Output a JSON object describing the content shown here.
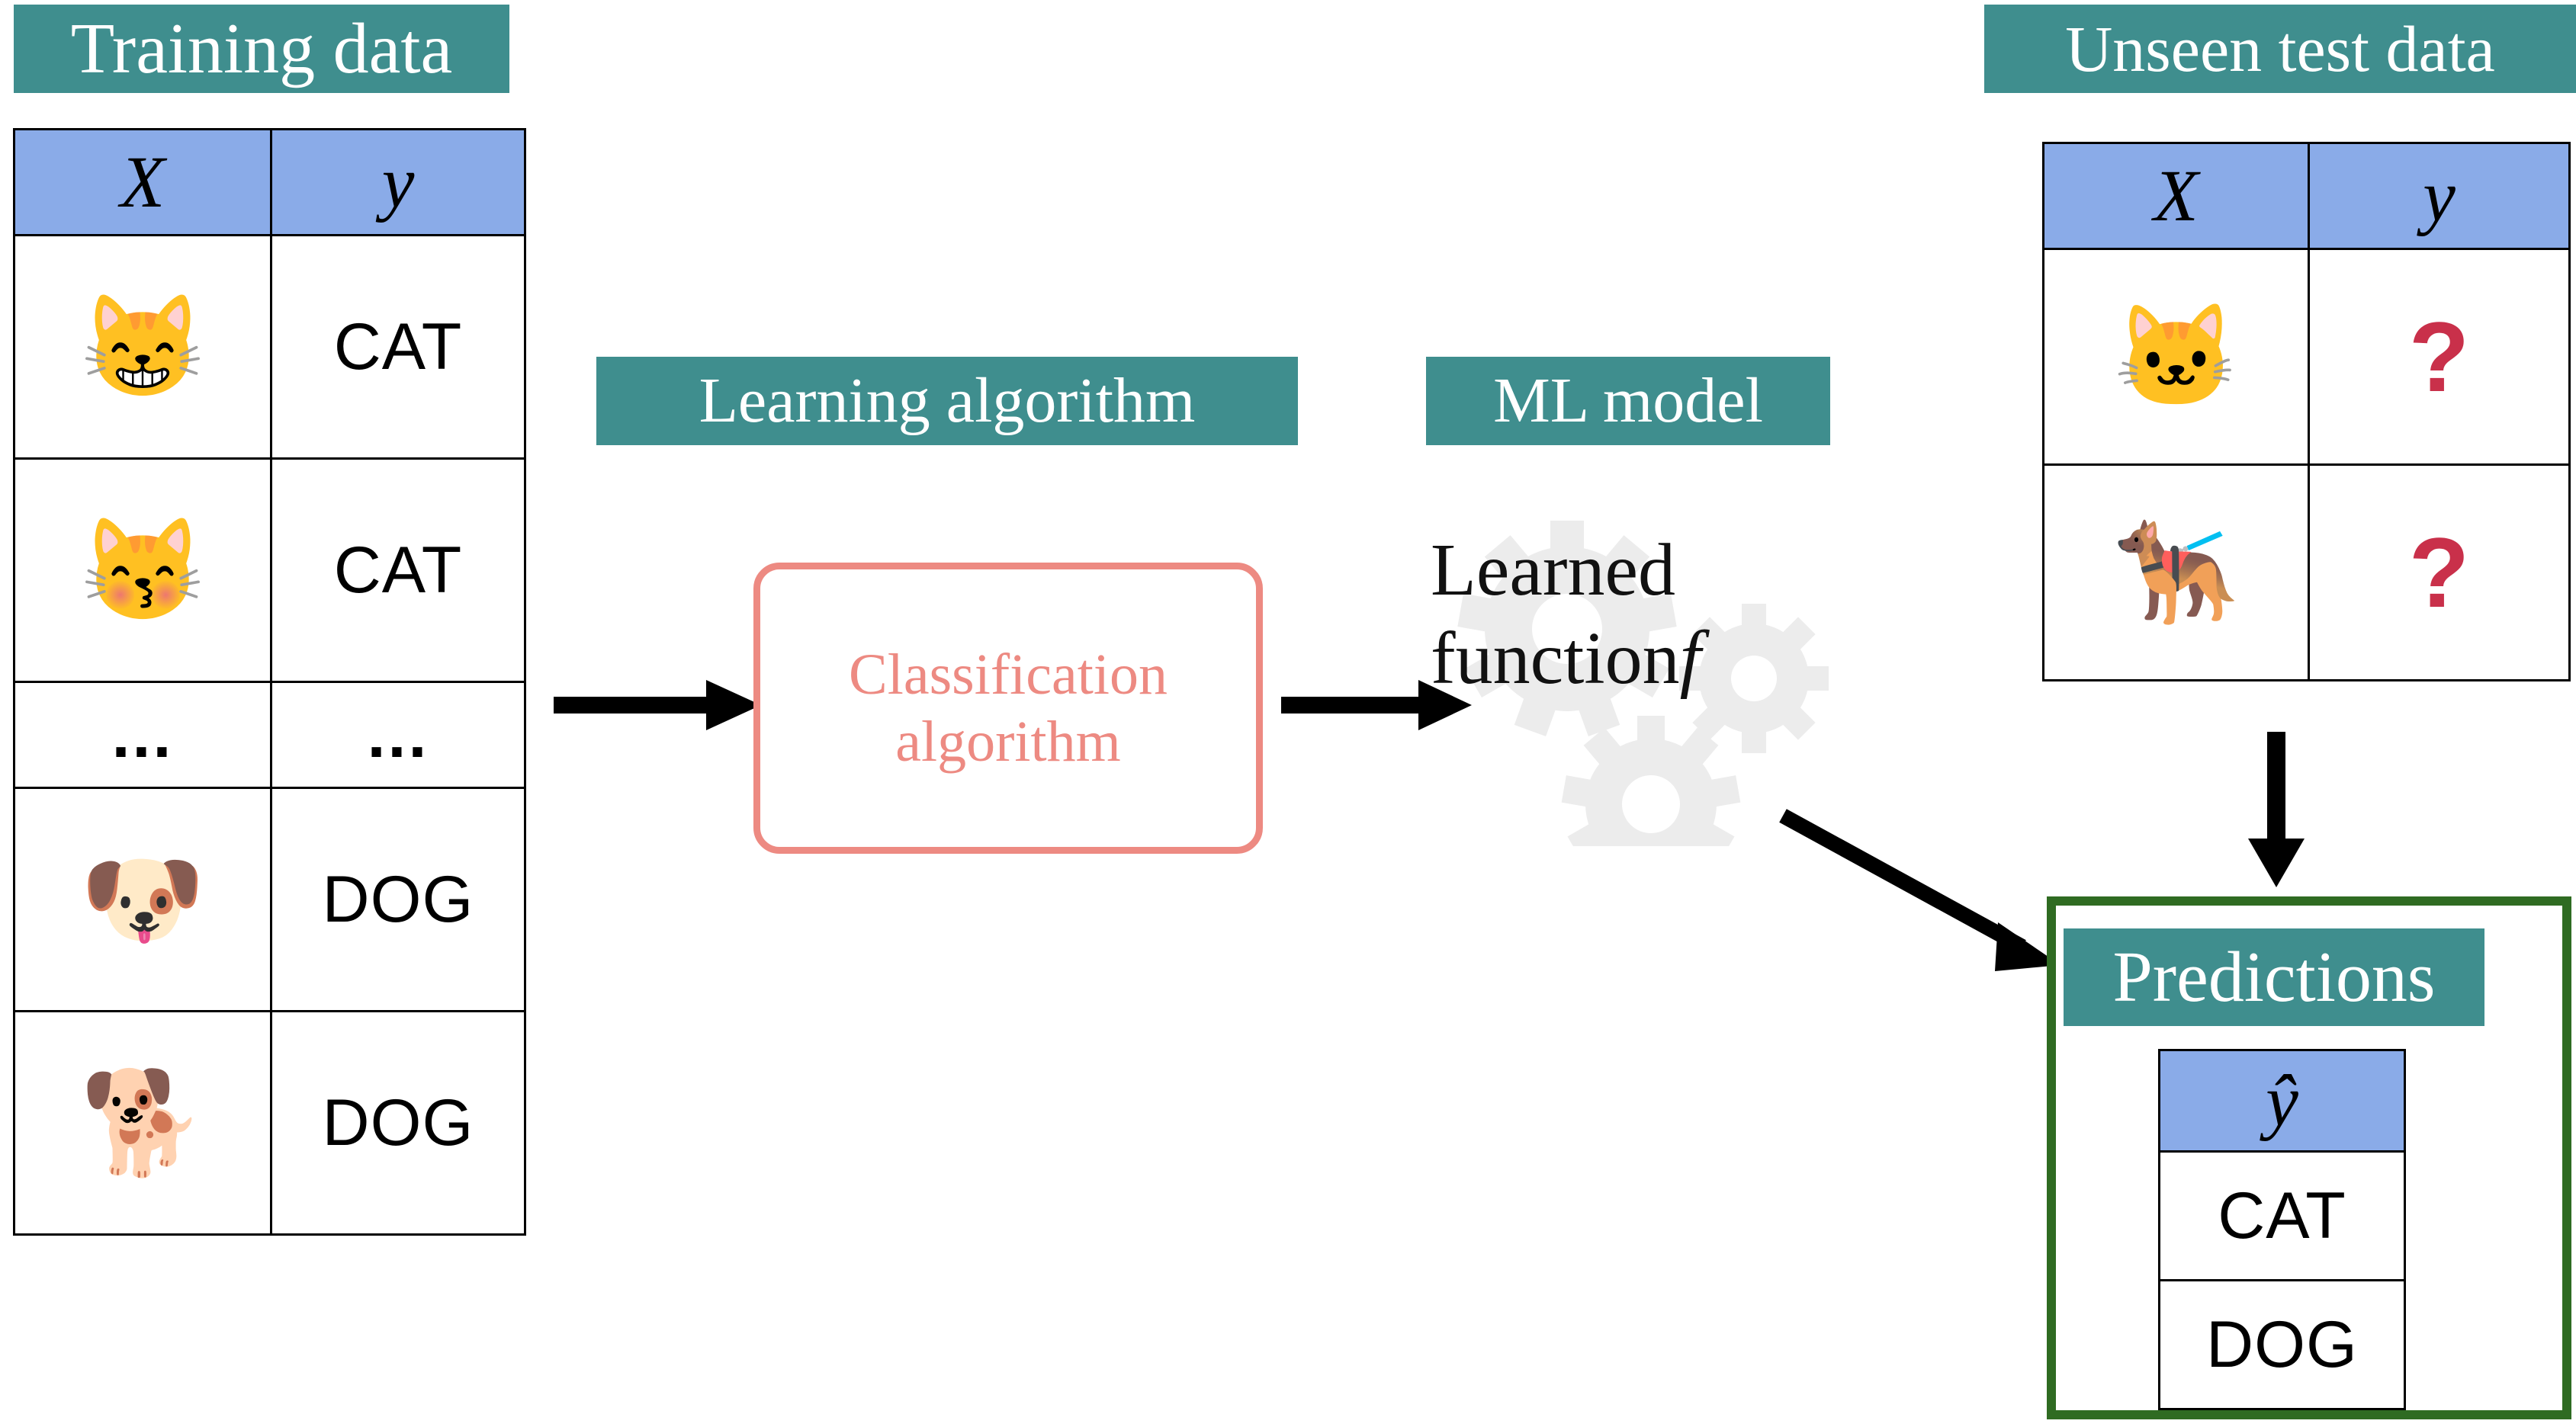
{
  "sections": {
    "training": {
      "title": "Training data",
      "headers": [
        "X",
        "y"
      ],
      "rows": [
        {
          "x_icon": "grinning-cat-emoji",
          "x_glyph": "😸",
          "y": "CAT"
        },
        {
          "x_icon": "kissing-cat-emoji",
          "x_glyph": "😽",
          "y": "CAT"
        },
        {
          "x_icon": "ellipsis",
          "x_glyph": "...",
          "y": "..."
        },
        {
          "x_icon": "dog-face-emoji",
          "x_glyph": "🐶",
          "y": "DOG"
        },
        {
          "x_icon": "dog-emoji",
          "x_glyph": "🐕",
          "y": "DOG"
        }
      ]
    },
    "learning_algorithm": {
      "title": "Learning algorithm",
      "box_text_line1": "Classification",
      "box_text_line2": "algorithm",
      "box_border_color": "#ed8a82",
      "box_text_color": "#ed8a82"
    },
    "ml_model": {
      "title": "ML model",
      "text_line1": "Learned",
      "text_line2": "function",
      "function_symbol": "f",
      "gears_icon": "gears-icon",
      "gears_color": "#ececec"
    },
    "test": {
      "title": "Unseen test data",
      "headers": [
        "X",
        "y"
      ],
      "rows": [
        {
          "x_icon": "cat-face-emoji",
          "x_glyph": "🐱",
          "y": "?"
        },
        {
          "x_icon": "service-dog-emoji",
          "x_glyph": "🐕‍🦺",
          "y": "?"
        }
      ],
      "unknown_marker": "?",
      "unknown_color": "#c9304a"
    },
    "predictions": {
      "title": "Predictions",
      "header": "ŷ",
      "rows": [
        "CAT",
        "DOG"
      ],
      "panel_border_color": "#2f6b22"
    }
  },
  "arrows": [
    {
      "name": "arrow-training-to-algorithm",
      "direction": "right"
    },
    {
      "name": "arrow-algorithm-to-model",
      "direction": "right"
    },
    {
      "name": "arrow-model-to-predictions",
      "direction": "down-right"
    },
    {
      "name": "arrow-test-to-predictions",
      "direction": "down"
    }
  ],
  "colors": {
    "teal_label": "#3f8e8e",
    "table_header_blue": "#8aabe8",
    "salmon": "#ed8a82",
    "crimson": "#c9304a",
    "green_border": "#2f6b22",
    "gear_gray": "#ececec",
    "background": "#ffffff"
  }
}
